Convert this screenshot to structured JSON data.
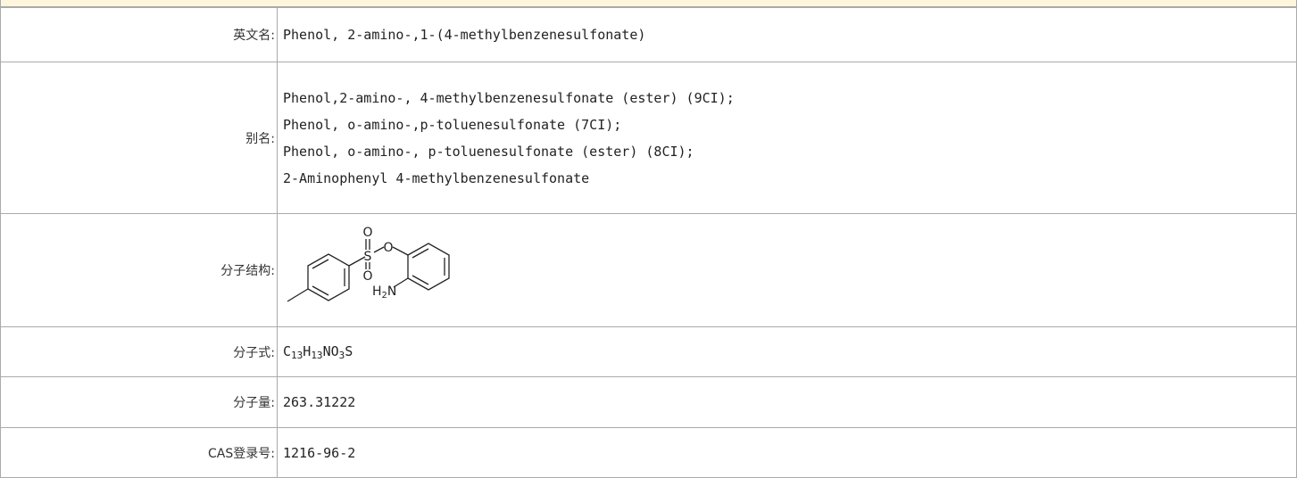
{
  "rows": {
    "english_name": {
      "label": "英文名:",
      "value": "Phenol, 2-amino-,1-(4-methylbenzenesulfonate)"
    },
    "synonyms": {
      "label": "别名:",
      "values": [
        "Phenol,2-amino-, 4-methylbenzenesulfonate (ester) (9CI);",
        "Phenol, o-amino-,p-toluenesulfonate (7CI);",
        "Phenol, o-amino-, p-toluenesulfonate (ester) (8CI);",
        "2-Aminophenyl 4-methylbenzenesulfonate"
      ]
    },
    "structure": {
      "label": "分子结构:",
      "atoms": {
        "o_top": "O",
        "s": "S",
        "o_bottom": "O",
        "o_link": "O",
        "amine": "H",
        "amine_sub": "2",
        "amine_n": "N"
      }
    },
    "formula": {
      "label": "分子式:",
      "parts": {
        "c": "C",
        "c_n": "13",
        "h": "H",
        "h_n": "13",
        "no": "NO",
        "o_n": "3",
        "s": "S"
      }
    },
    "weight": {
      "label": "分子量:",
      "value": "263.31222"
    },
    "cas": {
      "label": "CAS登录号:",
      "value": "1216-96-2"
    }
  }
}
